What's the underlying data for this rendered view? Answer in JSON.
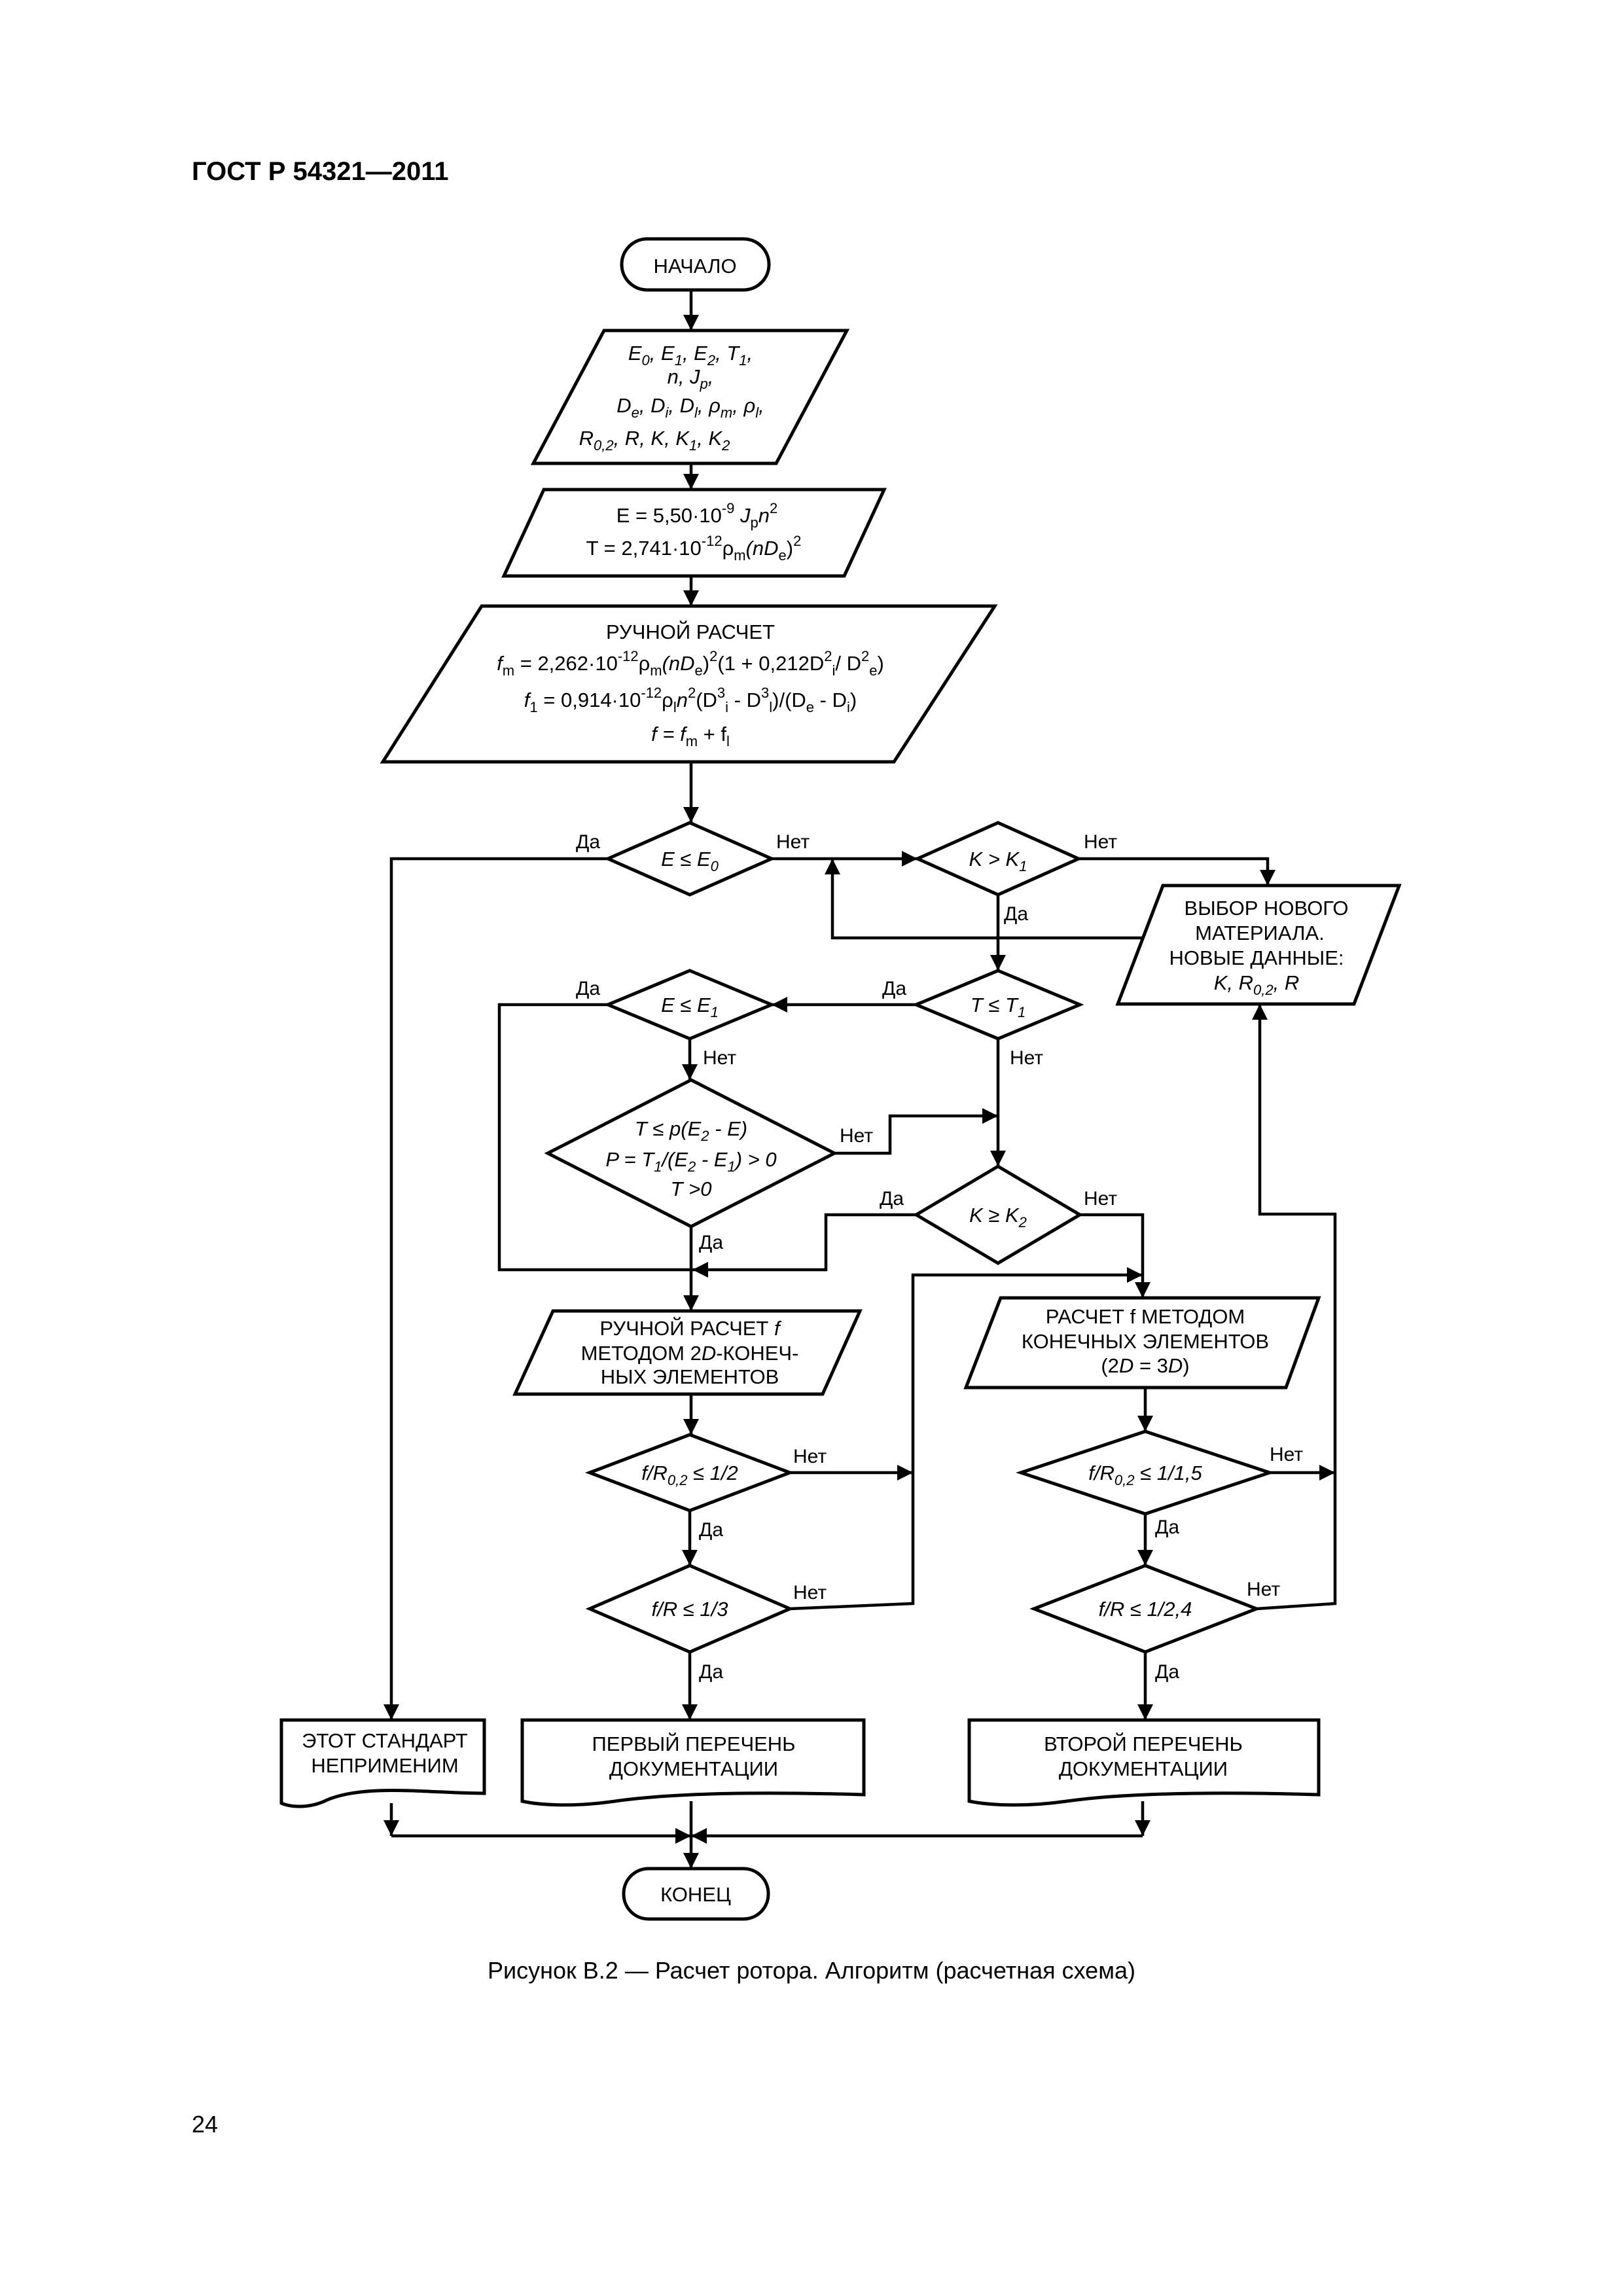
{
  "header": {
    "doc_number": "ГОСТ Р 54321—2011"
  },
  "caption": "Рисунок  В.2 — Расчет ротора. Алгоритм (расчетная схема)",
  "page_number": "24",
  "flowchart": {
    "start": "НАЧАЛО",
    "end": "КОНЕЦ",
    "inputs": {
      "line1": [
        "E",
        "0",
        ", E",
        "1",
        ", E",
        "2",
        ", T",
        "1",
        ","
      ],
      "line2": [
        "n, J",
        "p",
        ","
      ],
      "line3": [
        "D",
        "e",
        ", D",
        "i",
        ", D",
        "l",
        ", ρ",
        "m",
        ", ρ",
        "l",
        ","
      ],
      "line4": [
        "R",
        "0,2",
        ", R, K, K",
        "1",
        ", K",
        "2"
      ]
    },
    "formulas_energy": {
      "line1": [
        "E = 5,50·10",
        "-9",
        " J",
        "p",
        "n",
        "2"
      ],
      "line2": [
        "T = 2,741·10",
        "-12",
        "ρ",
        "m",
        "(nD",
        "e",
        ")",
        "2"
      ]
    },
    "manual_calc": {
      "title": "РУЧНОЙ РАСЧЕТ",
      "line1": [
        "f",
        "m",
        " = 2,262·10",
        "-12",
        "ρ",
        "m",
        "(nD",
        "e",
        ")",
        "2",
        "(1 + 0,212D",
        "2",
        "i",
        "/ D",
        "2",
        "e",
        ")"
      ],
      "line2": [
        "f",
        "1",
        " = 0,914·10",
        "-12",
        "ρ",
        "l",
        "n",
        "2",
        "(D",
        "3",
        "i",
        " - D",
        "3",
        "l",
        ")/(D",
        "e",
        " - D",
        "i",
        ")"
      ],
      "line3": [
        "f = f",
        "m",
        " + f",
        "l"
      ]
    },
    "decisions": {
      "d1": [
        "E ≤ E",
        "0"
      ],
      "d2": [
        "K > K",
        "1"
      ],
      "d3": [
        "E ≤ E",
        "1"
      ],
      "d4": [
        "T ≤ T",
        "1"
      ],
      "d5": {
        "line1": [
          "T ≤ p(E",
          "2",
          " - E)"
        ],
        "line2": [
          "P = T",
          "1",
          "/(E",
          "2",
          " - E",
          "1",
          ") > 0"
        ],
        "line3": [
          "T >0"
        ]
      },
      "d6": [
        "K ≥ K",
        "2"
      ],
      "d7": [
        "f/R",
        "0,2",
        " ≤ 1/2"
      ],
      "d8": [
        "f/R ≤ 1/3"
      ],
      "d9": [
        "f/R",
        "0,2",
        " ≤ 1/1,5"
      ],
      "d10": [
        "f/R ≤ 1/2,4"
      ]
    },
    "new_material": {
      "line1": "ВЫБОР НОВОГО",
      "line2": "МАТЕРИАЛА.",
      "line3": "НОВЫЕ ДАННЫЕ:",
      "line4": [
        "K, R",
        "0,2",
        ", R"
      ]
    },
    "manual_fem": {
      "line1": [
        "РУЧНОЙ РАСЧЕТ ",
        "f"
      ],
      "line2": [
        "МЕТОДОМ 2",
        "D",
        "-КОНЕЧ-"
      ],
      "line3": "НЫХ ЭЛЕМЕНТОВ"
    },
    "fem": {
      "line1": "РАСЧЕТ f МЕТОДОМ",
      "line2": "КОНЕЧНЫХ ЭЛЕМЕНТОВ",
      "line3": [
        "(2",
        "D",
        " = 3",
        "D",
        ")"
      ]
    },
    "doc_not_applicable": {
      "line1": "ЭТОТ СТАНДАРТ",
      "line2": "НЕПРИМЕНИМ"
    },
    "doc_first": {
      "line1": "ПЕРВЫЙ ПЕРЕЧЕНЬ",
      "line2": "ДОКУМЕНТАЦИИ"
    },
    "doc_second": {
      "line1": "ВТОРОЙ ПЕРЕЧЕНЬ",
      "line2": "ДОКУМЕНТАЦИИ"
    },
    "labels": {
      "yes": "Да",
      "no": "Нет"
    }
  }
}
